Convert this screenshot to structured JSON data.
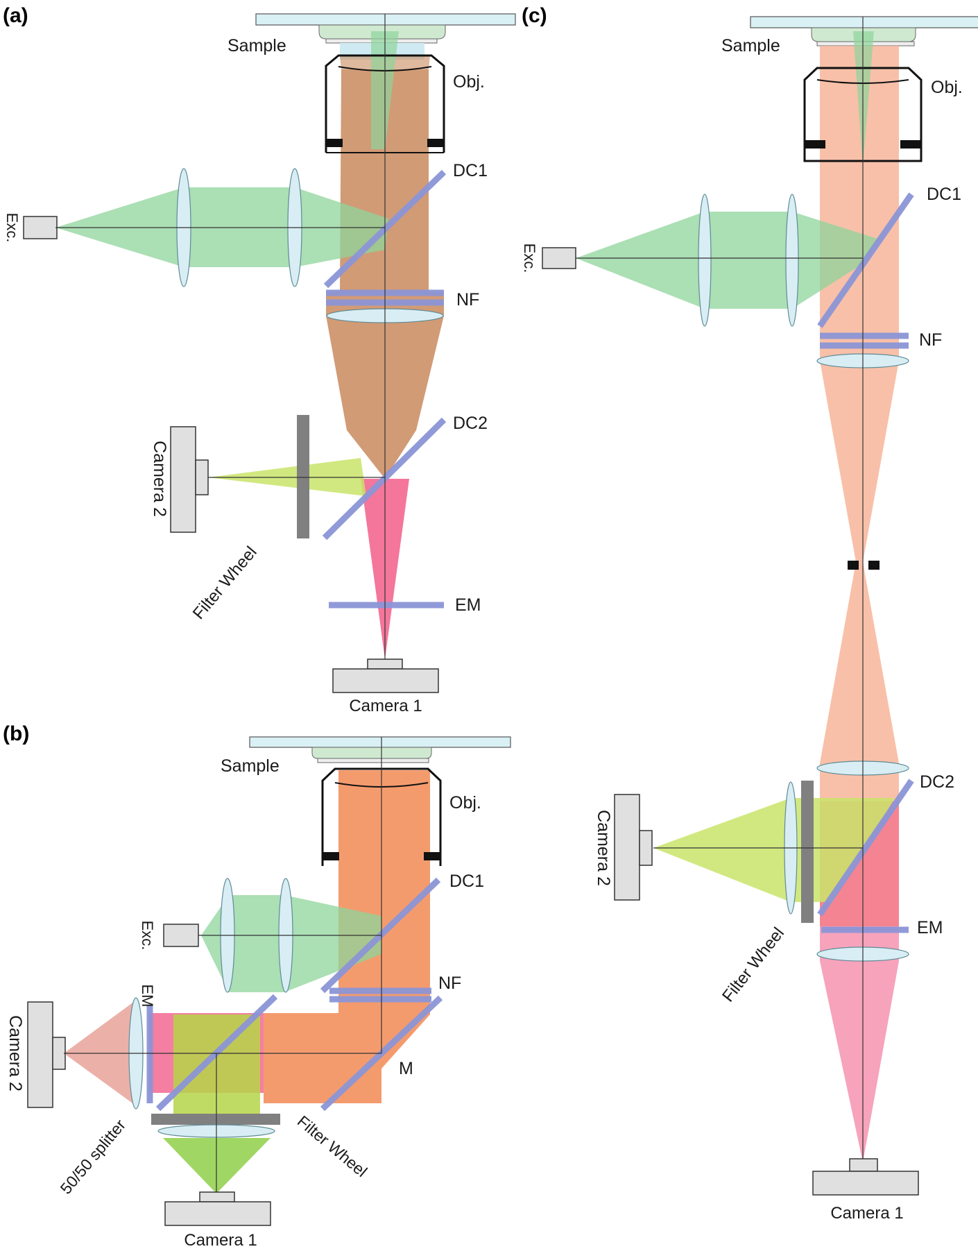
{
  "panel_a": {
    "tag": "(a)",
    "sample": "Sample",
    "objective": "Obj.",
    "dc1": "DC1",
    "excitation": "Exc.",
    "nf": "NF",
    "dc2": "DC2",
    "camera2": "Camera 2",
    "filter_wheel": "Filter Wheel",
    "em": "EM",
    "camera1": "Camera 1"
  },
  "panel_b": {
    "tag": "(b)",
    "sample": "Sample",
    "objective": "Obj.",
    "dc1": "DC1",
    "excitation": "Exc.",
    "em": "EM",
    "nf": "NF",
    "camera2": "Camera 2",
    "mirror": "M",
    "splitter": "50/50 splitter",
    "filter_wheel": "Filter Wheel",
    "camera1": "Camera 1"
  },
  "panel_c": {
    "tag": "(c)",
    "sample": "Sample",
    "objective": "Obj.",
    "dc1": "DC1",
    "excitation": "Exc.",
    "nf": "NF",
    "dc2": "DC2",
    "camera2": "Camera 2",
    "em": "EM",
    "filter_wheel": "Filter Wheel",
    "camera1": "Camera 1"
  },
  "colors": {
    "excitation_beam": "#8fd49b",
    "emission_beam_a": "#c98a5e",
    "emission_beam_b": "#f28a55",
    "emission_beam_c": "#f7b59a",
    "camera1_beam": "#f0487a",
    "camera2_beam": "#c9e46a",
    "dichroic": "#8c95d6",
    "filter_wheel": "#808080",
    "lens": "#d8eef4",
    "body_gray": "#e0e0e0"
  }
}
